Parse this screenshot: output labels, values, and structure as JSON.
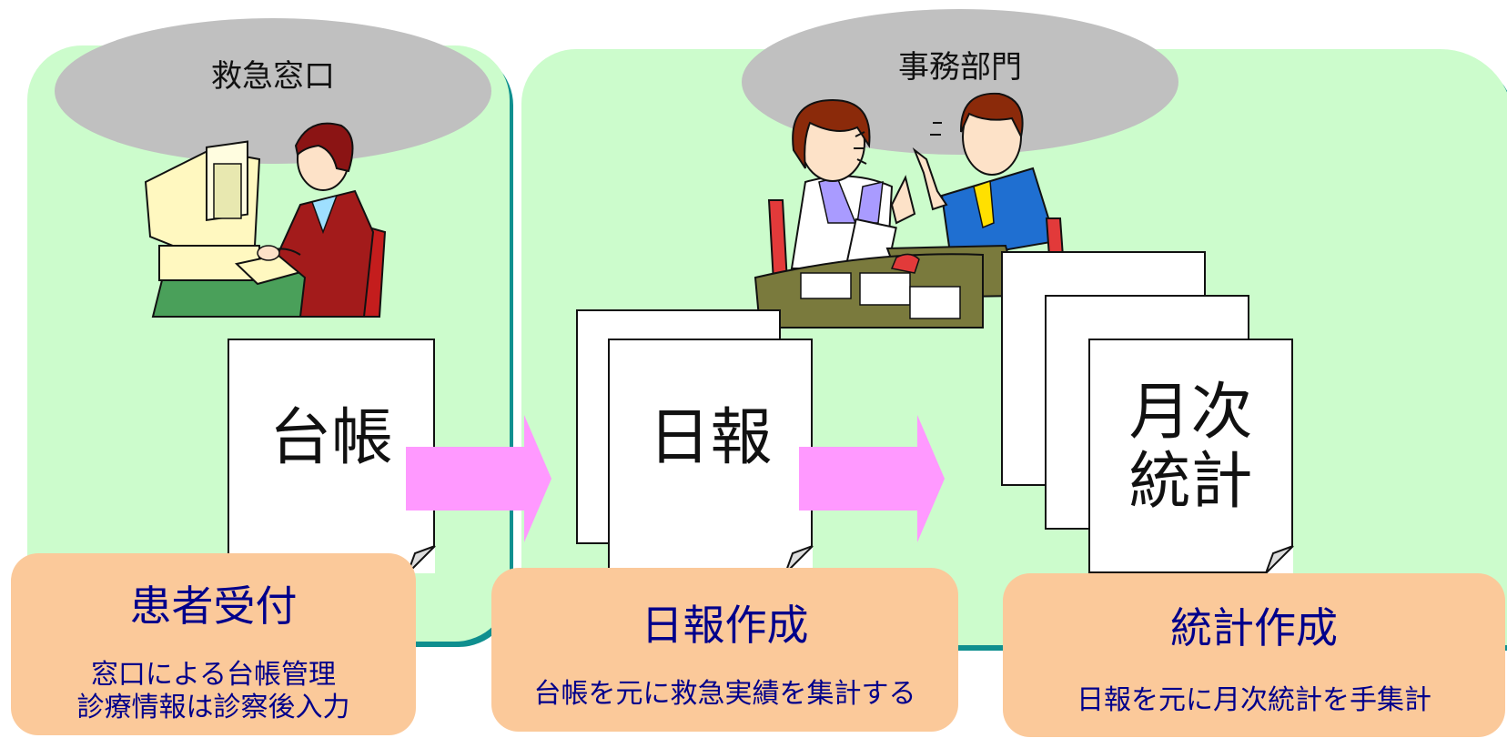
{
  "sections": [
    {
      "id": "reception",
      "location": "救急窓口",
      "document": "台帳",
      "step_title": "患者受付",
      "step_desc": [
        "窓口による台帳管理",
        "診療情報は診察後入力"
      ]
    },
    {
      "id": "office",
      "location": "事務部門",
      "document": "日報",
      "step_title": "日報作成",
      "step_desc": [
        "台帳を元に救急実績を集計する"
      ]
    },
    {
      "id": "stats",
      "document_lines": [
        "月次",
        "統計"
      ],
      "step_title": "統計作成",
      "step_desc": [
        "日報を元に月次統計を手集計"
      ]
    }
  ],
  "colors": {
    "panel": "#ccfccc",
    "panel_shadow": "#0f8f8f",
    "ellipse": "#c0c0c0",
    "arrow": "#ff99ff",
    "box": "#fbc99a",
    "box_text": "#00008b"
  },
  "icons": [
    "clerk-at-computer-illustration",
    "office-meeting-illustration",
    "document-icon",
    "arrow-right-icon"
  ]
}
